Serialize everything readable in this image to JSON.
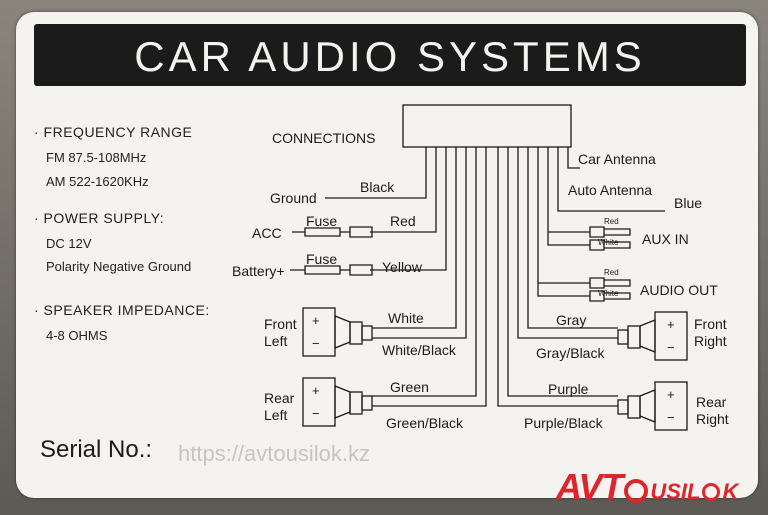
{
  "title": "CAR AUDIO SYSTEMS",
  "specs": {
    "frequency_heading": "· FREQUENCY RANGE",
    "fm": "FM  87.5-108MHz",
    "am": "AM  522-1620KHz",
    "power_heading": "· POWER SUPPLY:",
    "dc": "DC 12V",
    "polarity": "Polarity Negative Ground",
    "impedance_heading": "· SPEAKER IMPEDANCE:",
    "ohms": "4-8 OHMS"
  },
  "diagram": {
    "connections": "CONNECTIONS",
    "ground": "Ground",
    "black": "Black",
    "acc": "ACC",
    "fuse1": "Fuse",
    "red": "Red",
    "battery": "Battery+",
    "fuse2": "Fuse",
    "yellow": "Yellow",
    "front_left_1": "Front",
    "front_left_2": "Left",
    "white": "White",
    "white_black": "White/Black",
    "rear_left_1": "Rear",
    "rear_left_2": "Left",
    "green": "Green",
    "green_black": "Green/Black",
    "car_antenna": "Car Antenna",
    "auto_antenna": "Auto Antenna",
    "blue": "Blue",
    "aux_red": "Red",
    "aux_white": "White",
    "aux_in": "AUX IN",
    "out_red": "Red",
    "out_white": "White",
    "audio_out": "AUDIO OUT",
    "gray": "Gray",
    "gray_black": "Gray/Black",
    "front_right_1": "Front",
    "front_right_2": "Right",
    "purple": "Purple",
    "purple_black": "Purple/Black",
    "rear_right_1": "Rear",
    "rear_right_2": "Right",
    "plus": "+",
    "minus": "−"
  },
  "serial": "Serial No.:",
  "watermark": "https://avtousilok.kz",
  "logo": {
    "part1": "AVT",
    "part2": "USIL",
    "part3": "K"
  }
}
